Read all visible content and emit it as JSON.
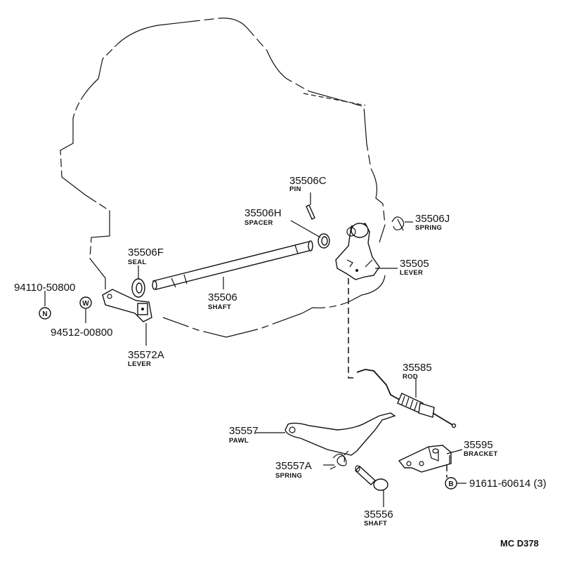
{
  "diagram_code": "MC D378",
  "parts": [
    {
      "number": "35506C",
      "name": "PIN"
    },
    {
      "number": "35506H",
      "name": "SPACER"
    },
    {
      "number": "35506J",
      "name": "SPRING"
    },
    {
      "number": "35506F",
      "name": "SEAL"
    },
    {
      "number": "35505",
      "name": "LEVER"
    },
    {
      "number": "35506",
      "name": "SHAFT"
    },
    {
      "number": "35572A",
      "name": "LEVER"
    },
    {
      "number": "35585",
      "name": "ROD"
    },
    {
      "number": "35557",
      "name": "PAWL"
    },
    {
      "number": "35595",
      "name": "BRACKET"
    },
    {
      "number": "35557A",
      "name": "SPRING"
    },
    {
      "number": "35556",
      "name": "SHAFT"
    }
  ],
  "fasteners": [
    {
      "number": "94110-50800",
      "symbol": "N"
    },
    {
      "number": "94512-00800",
      "symbol": "W"
    },
    {
      "number": "91611-60614 (3)",
      "symbol": "B"
    }
  ]
}
